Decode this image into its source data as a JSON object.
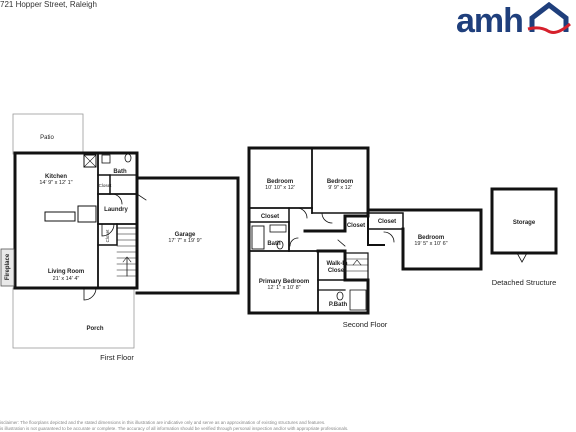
{
  "header": {
    "address": "721 Hopper Street, Raleigh",
    "logo_text": "amh",
    "brand_colors": {
      "navy": "#1f3f7c",
      "red": "#d6202c"
    }
  },
  "first_floor": {
    "caption": "First Floor",
    "rooms": {
      "patio": "Patio",
      "kitchen": "Kitchen",
      "kitchen_dim": "14' 9\" x 12' 1\"",
      "bath": "Bath",
      "closet_top": "Closet",
      "laundry": "Laundry",
      "closet_side": "Closet",
      "living": "Living Room",
      "living_dim": "21' x 14' 4\"",
      "fireplace": "Fireplace",
      "porch": "Porch",
      "garage": "Garage",
      "garage_dim": "17' 7\" x 19' 9\""
    }
  },
  "second_floor": {
    "caption": "Second Floor",
    "rooms": {
      "bed1": "Bedroom",
      "bed1_dim": "10' 10\" x 12'",
      "bed2": "Bedroom",
      "bed2_dim": "9' 9\" x 12'",
      "closet_a": "Closet",
      "closet_b": "Closet",
      "closet_c": "Closet",
      "bath": "Bath",
      "bed3": "Bedroom",
      "bed3_dim": "19' 5\" x 10' 6\"",
      "primary": "Primary Bedroom",
      "primary_dim": "12' 1\" x 10' 8\"",
      "walkin": "Walk-In",
      "walkin2": "Closet",
      "pbath": "P.Bath"
    }
  },
  "detached": {
    "caption": "Detached Structure",
    "storage": "Storage"
  },
  "disclaimer": {
    "line1": "isclaimer: The floorplans depicted and the stated dimensions in this illustration are indicative only and serve as an approximation of existing structures and features.",
    "line2": "is illustration is not guaranteed to be accurate or complete. The accuracy of all information should be verified through personal inspection and/or with appropriate professionals."
  }
}
